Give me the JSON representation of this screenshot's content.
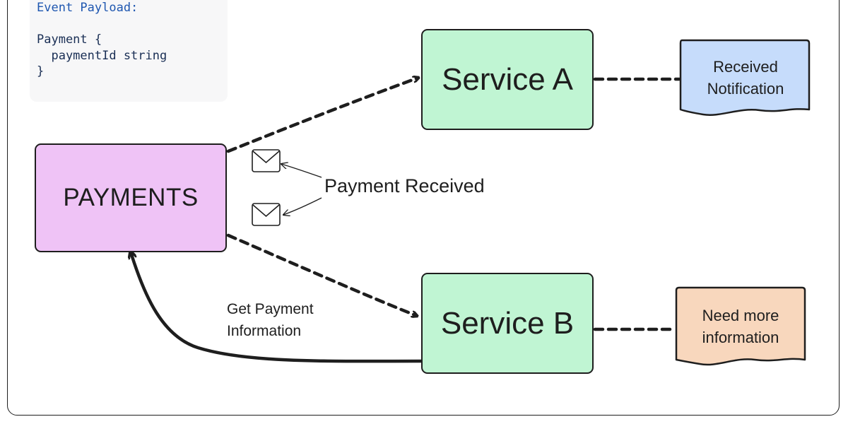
{
  "code_card": {
    "title": "Event Payload:",
    "lines": [
      "Payment {",
      "  paymentId string",
      "}"
    ]
  },
  "nodes": {
    "payments": "PAYMENTS",
    "service_a": "Service A",
    "service_b": "Service B"
  },
  "documents": {
    "service_a_note": [
      "Received",
      "Notification"
    ],
    "service_b_note": [
      "Need more",
      "information"
    ]
  },
  "labels": {
    "payment_received": "Payment Received",
    "get_payment_information": [
      "Get Payment",
      "Information"
    ]
  },
  "icons": {
    "message": "envelope-icon"
  },
  "colors": {
    "payments_fill": "#efc3f6",
    "service_fill": "#c0f5d3",
    "note_a_fill": "#c6dcfb",
    "note_b_fill": "#f8d7bd",
    "stroke": "#1e1e1e"
  }
}
